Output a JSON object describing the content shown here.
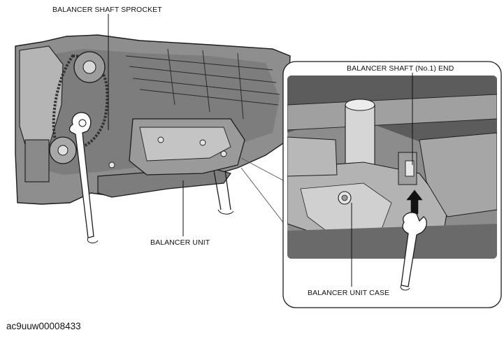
{
  "diagram": {
    "labels": {
      "balancer_shaft_sprocket": "BALANCER SHAFT SPROCKET",
      "balancer_shaft_no1_end": "BALANCER SHAFT (No.1) END",
      "balancer_unit": "BALANCER UNIT",
      "balancer_unit_case": "BALANCER UNIT CASE"
    },
    "figure_id": "ac9uuw00008433"
  }
}
